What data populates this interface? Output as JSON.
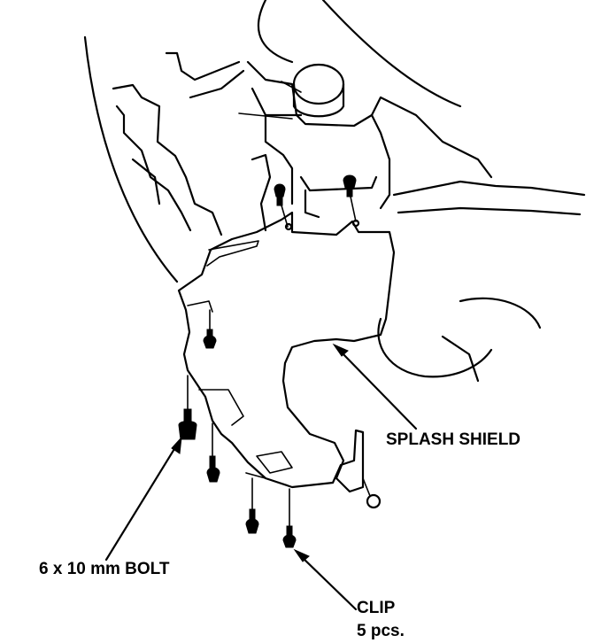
{
  "labels": {
    "splash_shield": "SPLASH SHIELD",
    "bolt": "6 x 10 mm BOLT",
    "clip": "CLIP",
    "clip_qty": "5 pcs."
  },
  "colors": {
    "ink": "#000000",
    "background": "#ffffff"
  }
}
